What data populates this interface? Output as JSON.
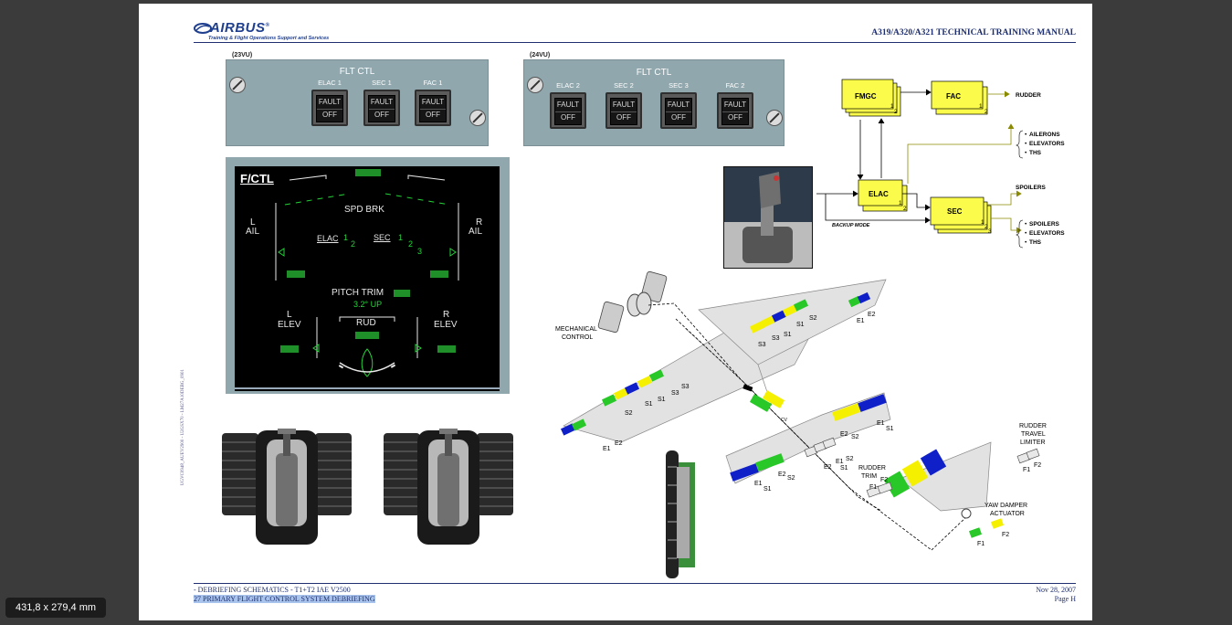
{
  "viewer": {
    "page_size": "431,8 x 279,4 mm"
  },
  "header": {
    "logo": "AIRBUS",
    "logo_mark": "®",
    "logo_subtitle": "Training & Flight Operations Support and Services",
    "manual_title": "A319/A320/A321 TECHNICAL TRAINING MANUAL"
  },
  "side_text": "UGVC0948_AUEV2900 - U2GSX70 - LM27A10DEBG_0901",
  "panel_23vu": {
    "tag": "(23VU)",
    "title": "FLT CTL",
    "buttons": [
      {
        "label": "ELAC 1",
        "fault": "FAULT",
        "off": "OFF"
      },
      {
        "label": "SEC 1",
        "fault": "FAULT",
        "off": "OFF"
      },
      {
        "label": "FAC 1",
        "fault": "FAULT",
        "off": "OFF"
      }
    ]
  },
  "panel_24vu": {
    "tag": "(24VU)",
    "title": "FLT CTL",
    "buttons": [
      {
        "label": "ELAC 2",
        "fault": "FAULT",
        "off": "OFF"
      },
      {
        "label": "SEC 2",
        "fault": "FAULT",
        "off": "OFF"
      },
      {
        "label": "SEC 3",
        "fault": "FAULT",
        "off": "OFF"
      },
      {
        "label": "FAC 2",
        "fault": "FAULT",
        "off": "OFF"
      }
    ]
  },
  "ecam": {
    "title": "F/CTL",
    "spd_brk": "SPD BRK",
    "l": "L",
    "ail": "AIL",
    "r": "R",
    "elac": "ELAC",
    "sec": "SEC",
    "n1": "1",
    "n2": "2",
    "n3": "3",
    "pitch_trim": "PITCH TRIM",
    "pitch_value": "3.2",
    "deg": "°",
    "up": "UP",
    "elev": "ELEV",
    "rud": "RUD"
  },
  "schematic": {
    "fmgc": "FMGC",
    "fac": "FAC",
    "elac": "ELAC",
    "sec": "SEC",
    "one": "1",
    "two": "2",
    "three": "3",
    "rudder": "RUDDER",
    "ailerons": "AILERONS",
    "elevators": "ELEVATORS",
    "ths": "THS",
    "spoilers": "SPOILERS",
    "backup_mode": "BACKUP MODE",
    "bullet": "•"
  },
  "aircraft": {
    "mechanical_control": [
      "MECHANICAL",
      "CONTROL"
    ],
    "rudder_travel_limiter": [
      "RUDDER",
      "TRAVEL",
      "LIMITER"
    ],
    "rudder_trim": [
      "RUDDER",
      "TRIM"
    ],
    "yaw_damper_actuator": [
      "YAW DAMPER",
      "ACTUATOR"
    ],
    "e1": "E1",
    "e2": "E2",
    "s1": "S1",
    "s2": "S2",
    "s3": "S3",
    "f1": "F1",
    "f2": "F2",
    "cv": "CV"
  },
  "footer": {
    "left_line1": "- DEBRIEFING SCHEMATICS - T1+T2 IAE V2500",
    "left_line2": "27 PRIMARY FLIGHT CONTROL SYSTEM DEBRIEFING",
    "date": "Nov 28, 2007",
    "page": "Page H"
  },
  "colors": {
    "blue_hydraulic": "#1020c8",
    "green_hydraulic": "#28c828",
    "yellow_hydraulic": "#f5f000",
    "computer_box": "#fbfb4b",
    "panel": "#8fa7ad"
  }
}
